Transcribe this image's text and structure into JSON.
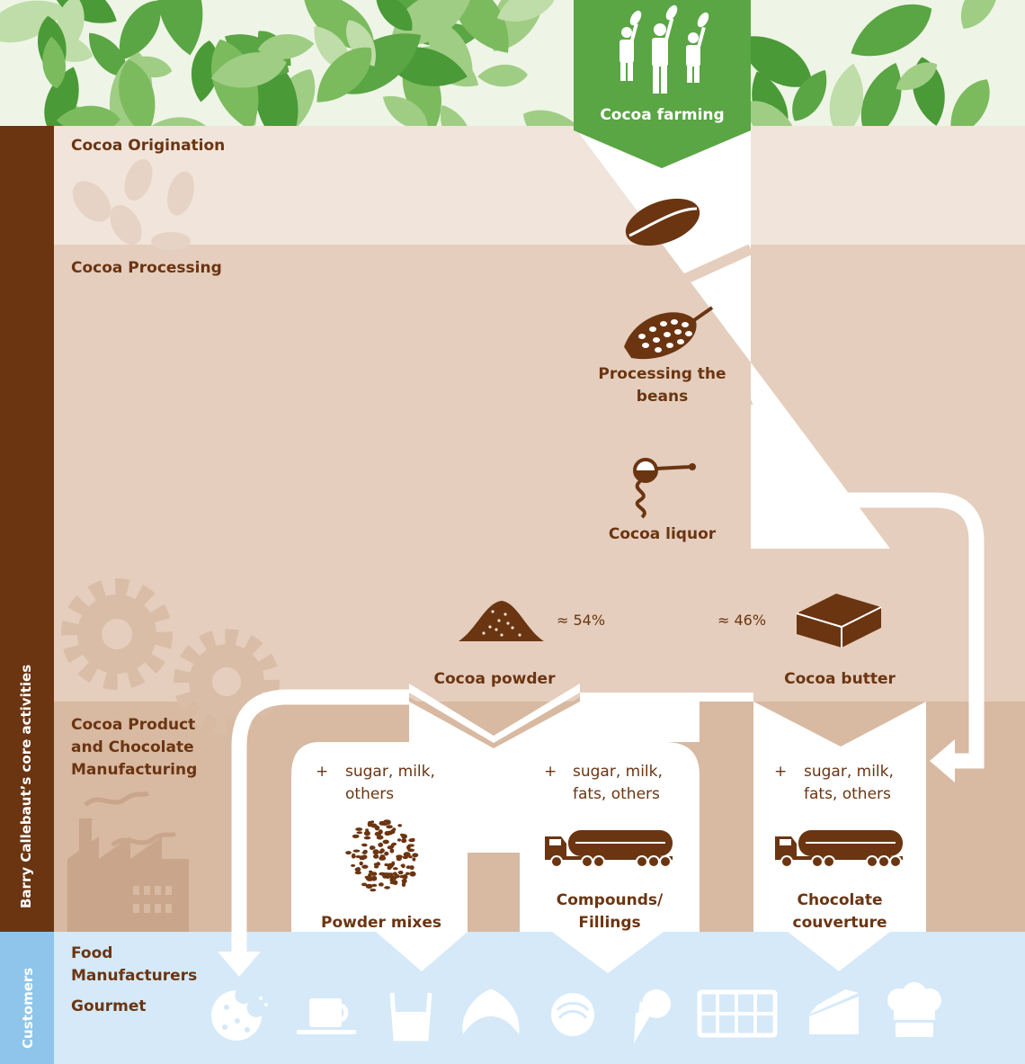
{
  "stages": {
    "origination": "Cocoa Origination",
    "processing": "Cocoa Processing",
    "manufacturing": [
      "Cocoa Product",
      "and Chocolate",
      "Manufacturing"
    ],
    "customers": [
      "Food",
      "Manufacturers"
    ],
    "gourmet": "Gourmet"
  },
  "side_labels": {
    "core": "Barry Callebaut’s core activities",
    "customers": "Customers"
  },
  "steps": {
    "farming": "Cocoa farming",
    "processing_beans": [
      "Processing the",
      "beans"
    ],
    "liquor": "Cocoa liquor"
  },
  "outputs": {
    "powder": "Cocoa powder",
    "powder_share": "≈ 54%",
    "butter": "Cocoa butter",
    "butter_share": "≈ 46%"
  },
  "products": {
    "powder_mixes": "Powder mixes",
    "compounds": [
      "Compounds/",
      "Fillings"
    ],
    "couverture": [
      "Chocolate",
      "couverture"
    ]
  },
  "additions": {
    "plus": "+",
    "mixes": [
      "sugar, milk,",
      "others"
    ],
    "compounds": [
      "sugar, milk,",
      "fats, others"
    ],
    "couverture": [
      "sugar, milk,",
      "fats, others"
    ]
  },
  "icons": [
    "leaves-banner-icon",
    "farmers-icon",
    "cocoa-beans-icon",
    "cocoa-bean-icon",
    "cocoa-pod-icon",
    "liquor-ladle-icon",
    "gears-icon",
    "powder-pile-icon",
    "butter-block-icon",
    "factory-icon",
    "powder-mix-icon",
    "tanker-truck-icon",
    "cookie-icon",
    "coffee-cup-icon",
    "glass-icon",
    "croissant-icon",
    "praline-icon",
    "ice-cream-icon",
    "chocolate-bar-icon",
    "cake-icon",
    "chef-hat-icon"
  ],
  "colors": {
    "brand_green": "#5aa544",
    "brown": "#6b3512",
    "band_origination": "#f1e4db",
    "band_processing": "#e5cebd",
    "band_manufacturing": "#d8b9a1",
    "band_customers": "#d5e9f8",
    "side_bar": "#6b3512",
    "side_customers": "#8fc5ea"
  }
}
